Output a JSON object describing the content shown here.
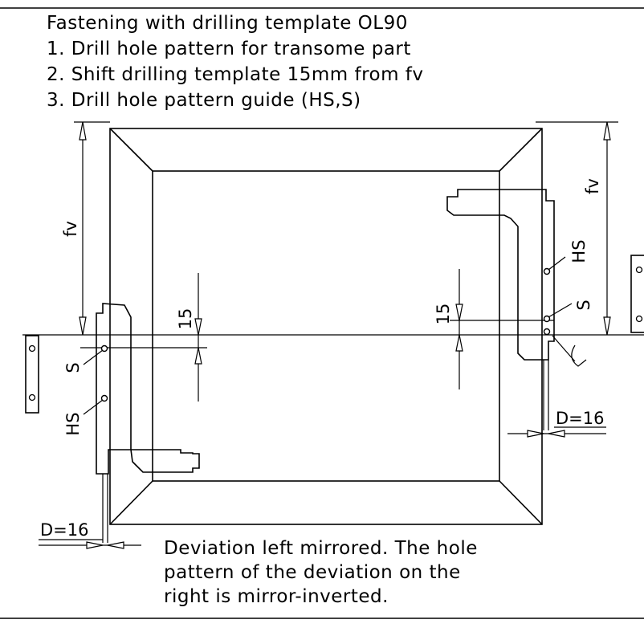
{
  "title_lines": [
    "Fastening with drilling template OL90",
    "1. Drill hole pattern for transome part",
    "2. Shift drilling template 15mm from fv",
    "3. Drill hole pattern guide (HS,S)"
  ],
  "labels": {
    "fv_left": "fv",
    "fv_right": "fv",
    "dim_15_left": "15",
    "dim_15_right": "15",
    "hs_left": "HS",
    "s_left": "S",
    "hs_right": "HS",
    "s_right": "S",
    "d16_left": "D=16",
    "d16_right": "D=16"
  },
  "note_lines": [
    "Deviation left mirrored.  The hole",
    "pattern of the deviation on the",
    "right is mirror-inverted."
  ]
}
